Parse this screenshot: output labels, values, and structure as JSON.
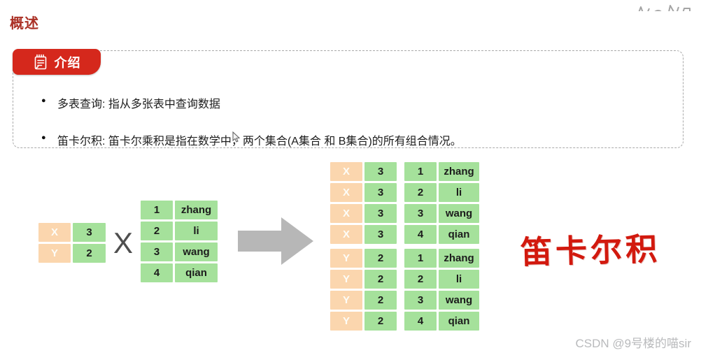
{
  "page": {
    "title": "概述",
    "watermark": "CSDN @9号楼的喵sir"
  },
  "callout": {
    "badge_label": "介绍",
    "bullets": [
      "多表查询: 指从多张表中查询数据",
      "笛卡尔积: 笛卡尔乘积是指在数学中，两个集合(A集合 和 B集合)的所有组合情况。"
    ]
  },
  "diagram": {
    "operator": "X",
    "table_a": {
      "rows": [
        [
          "X",
          "3"
        ],
        [
          "Y",
          "2"
        ]
      ]
    },
    "table_b": {
      "rows": [
        [
          "1",
          "zhang"
        ],
        [
          "2",
          "li"
        ],
        [
          "3",
          "wang"
        ],
        [
          "4",
          "qian"
        ]
      ]
    },
    "result": {
      "group_x": [
        [
          "X",
          "3",
          "1",
          "zhang"
        ],
        [
          "X",
          "3",
          "2",
          "li"
        ],
        [
          "X",
          "3",
          "3",
          "wang"
        ],
        [
          "X",
          "3",
          "4",
          "qian"
        ]
      ],
      "group_y": [
        [
          "Y",
          "2",
          "1",
          "zhang"
        ],
        [
          "Y",
          "2",
          "2",
          "li"
        ],
        [
          "Y",
          "2",
          "3",
          "wang"
        ],
        [
          "Y",
          "2",
          "4",
          "qian"
        ]
      ]
    },
    "caption": "笛卡尔积"
  },
  "icons": {
    "badge_icon": "memo-icon",
    "arrow_icon": "arrow-right-icon",
    "cursor_icon": "mouse-cursor-icon"
  },
  "colors": {
    "accent_red": "#d5281c",
    "title_red": "#ab3126",
    "caption_red": "#d2190e",
    "cell_orange": "#fbd6ae",
    "cell_green": "#a5e19b",
    "arrow_gray": "#b7b7b7"
  }
}
